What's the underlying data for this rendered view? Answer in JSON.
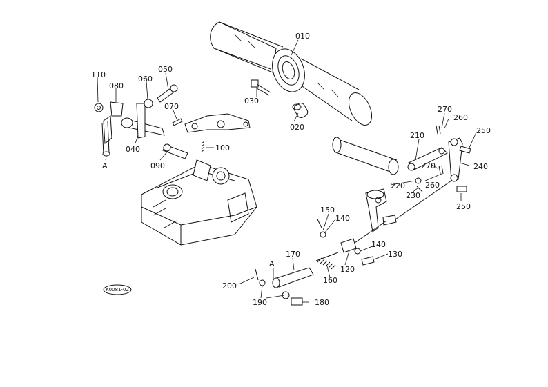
{
  "parts": {
    "p010": "010",
    "p020": "020",
    "p030": "030",
    "p040": "040",
    "p050": "050",
    "p060": "060",
    "p070": "070",
    "p080": "080",
    "p090": "090",
    "p100": "100",
    "p110": "110",
    "p120": "120",
    "p130": "130",
    "p140a": "140",
    "p140b": "140",
    "p150": "150",
    "p160": "160",
    "p170": "170",
    "p180": "180",
    "p190": "190",
    "p200": "200",
    "p210": "210",
    "p220": "220",
    "p230": "230",
    "p240": "240",
    "p250a": "250",
    "p250b": "250",
    "p260a": "260",
    "p260b": "260",
    "p270a": "270",
    "p270b": "270"
  },
  "refs": {
    "a_top": "A",
    "a_bottom": "A",
    "drawing_code": "K0081-02"
  }
}
